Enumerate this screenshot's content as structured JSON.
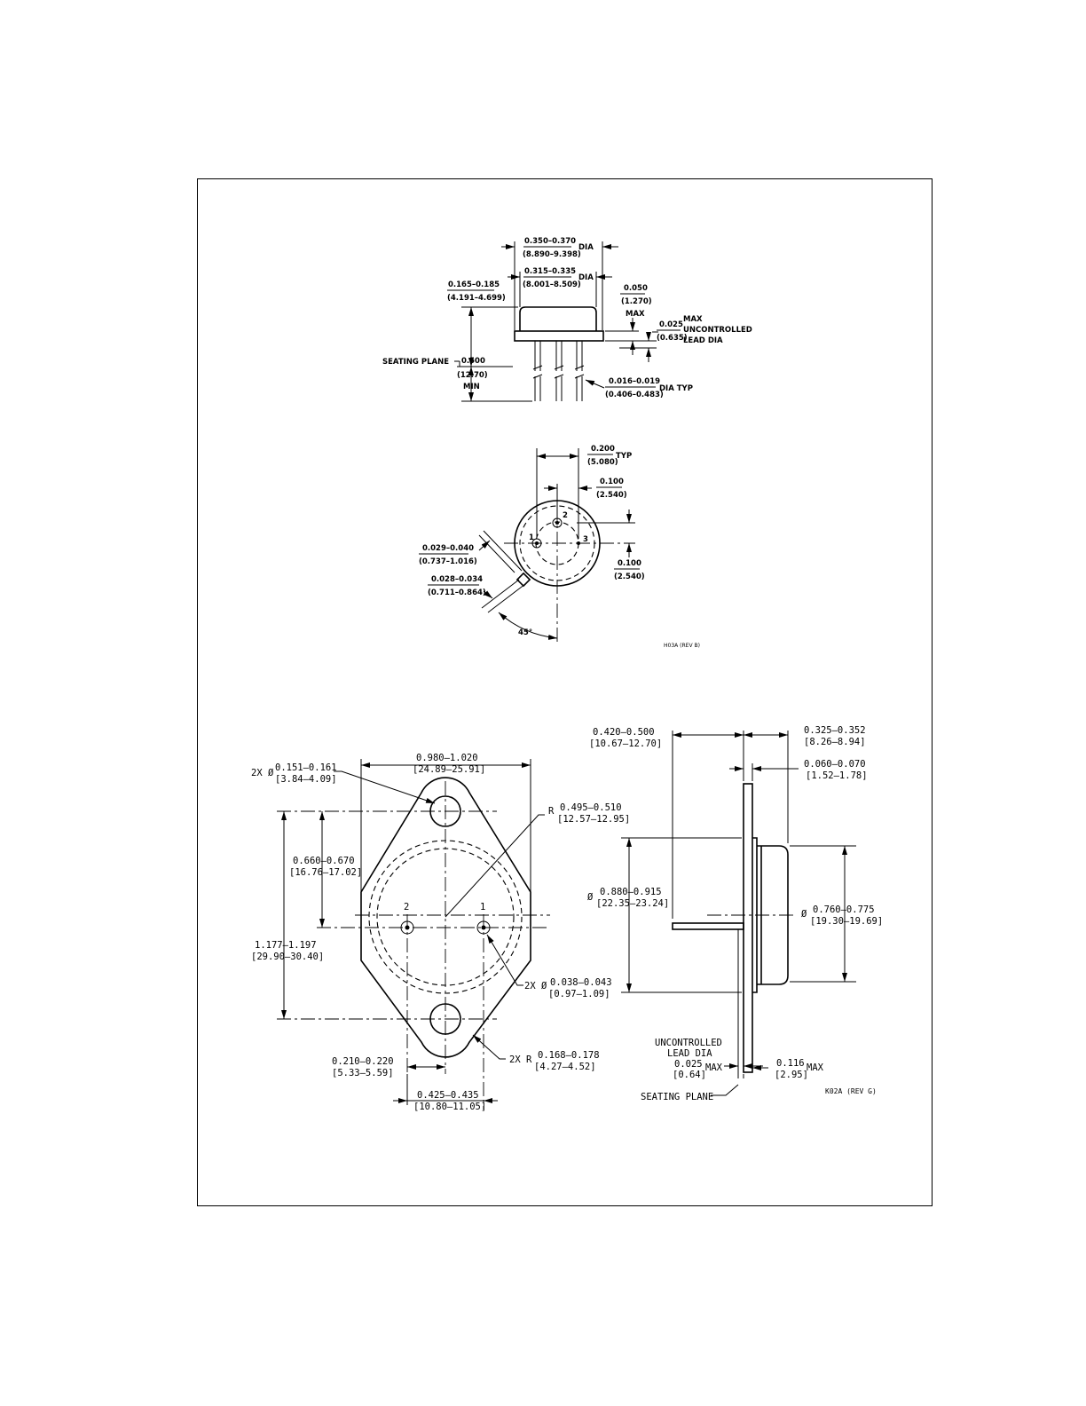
{
  "h03a": {
    "side": {
      "cap_dia": [
        "0.350–0.370",
        "(8.890–9.398)"
      ],
      "cap_dia_suffix": "DIA",
      "body_dia": [
        "0.315–0.335",
        "(8.001–8.509)"
      ],
      "body_dia_suffix": "DIA",
      "height": [
        "0.165–0.185",
        "(4.191–4.699)"
      ],
      "rim": [
        "0.050",
        "(1.270)",
        "MAX"
      ],
      "uncontrolled": [
        "0.025",
        "(0.635)"
      ],
      "uncontrolled_note": [
        "MAX",
        "UNCONTROLLED",
        "LEAD DIA"
      ],
      "seating_plane": "SEATING PLANE",
      "lead_length": [
        "0.500",
        "(12.70)",
        "MIN"
      ],
      "lead_dia": [
        "0.016–0.019",
        "(0.406–0.483)"
      ],
      "lead_dia_suffix": "DIA TYP"
    },
    "bottom": {
      "pin_spacing_200": [
        "0.200",
        "(5.080)"
      ],
      "typ": "TYP",
      "pin_spacing_100_top": [
        "0.100",
        "(2.540)"
      ],
      "pin_spacing_100_right": [
        "0.100",
        "(2.540)"
      ],
      "tab_length": [
        "0.029–0.040",
        "(0.737–1.016)"
      ],
      "tab_width": [
        "0.028–0.034",
        "(0.711–0.864)"
      ],
      "angle": "45°",
      "pins": [
        "1",
        "2",
        "3"
      ]
    },
    "rev": "H03A (REV B)"
  },
  "k02a": {
    "top": {
      "hole_dia": [
        "2X Ø",
        "0.151–0.161",
        "[3.84–4.09]"
      ],
      "width": [
        "0.980–1.020",
        "[24.89–25.91]"
      ],
      "radius": [
        "R",
        "0.495–0.510",
        "[12.57–12.95]"
      ],
      "hole_spacing_half": [
        "0.660–0.670",
        "[16.76–17.02]"
      ],
      "hole_spacing": [
        "1.177–1.197",
        "[29.90–30.40]"
      ],
      "pin_dia": [
        "2X Ø",
        "0.038–0.043",
        "[0.97–1.09]"
      ],
      "end_radius": [
        "2X R",
        "0.168–0.178",
        "[4.27–4.52]"
      ],
      "pin_offset": [
        "0.210–0.220",
        "[5.33–5.59]"
      ],
      "pin_spacing": [
        "0.425–0.435",
        "[10.80–11.05]"
      ],
      "pins": [
        "2",
        "1"
      ]
    },
    "side": {
      "lead_length": [
        "0.420–0.500",
        "[10.67–12.70]"
      ],
      "can_height": [
        "0.325–0.352",
        "[8.26–8.94]"
      ],
      "flange": [
        "0.060–0.070",
        "[1.52–1.78]"
      ],
      "base_dia": [
        "Ø",
        "0.880–0.915",
        "[22.35–23.24]"
      ],
      "can_dia": [
        "Ø",
        "0.760–0.775",
        "[19.30–19.69]"
      ],
      "uncontrolled": [
        "UNCONTROLLED",
        "LEAD DIA",
        "0.025",
        "[0.64]",
        "MAX"
      ],
      "flange_max": [
        "0.116",
        "[2.95]",
        "MAX"
      ],
      "seating_plane": "SEATING PLANE"
    },
    "rev": "K02A (REV G)"
  }
}
